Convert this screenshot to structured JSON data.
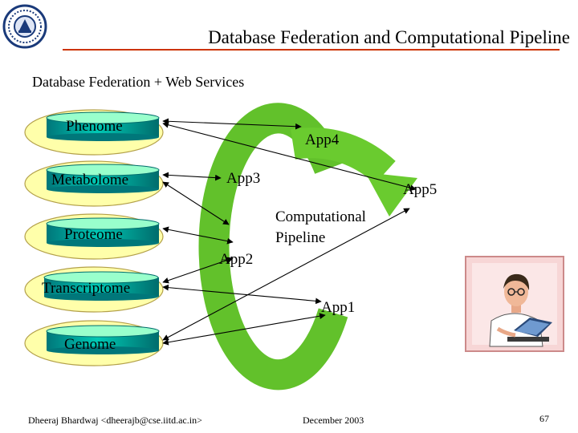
{
  "slide": {
    "title": "Database Federation and Computational Pipeline",
    "subtitle": "Database Federation + Web Services"
  },
  "databases": [
    "Phenome",
    "Metabolome",
    "Proteome",
    "Transcriptome",
    "Genome"
  ],
  "apps": [
    "App4",
    "App3",
    "App5",
    "App2",
    "App1"
  ],
  "pipeline_label_lines": [
    "Computational",
    "Pipeline"
  ],
  "footer": {
    "author": "Dheeraj Bhardwaj <dheerajb@cse.iitd.ac.in>",
    "date": "December  2003",
    "page": "67"
  },
  "colors": {
    "accent_line": "#cc3300",
    "pipeline": "#66cc33",
    "db_cap": "#99ffcc",
    "ellipse_fill": "#ffffaa"
  },
  "icons": [
    "institute-logo-icon",
    "person-at-laptop-icon"
  ]
}
